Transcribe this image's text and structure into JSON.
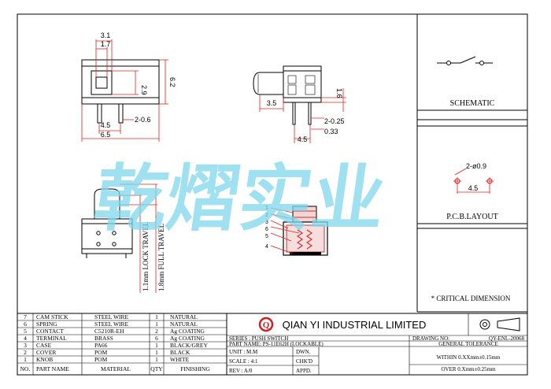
{
  "dims": {
    "front_top_outer": "3.1",
    "front_top_inner": "1.7",
    "front_height_inner": "2.9",
    "front_height_outer": "6.2",
    "front_pin_pitch": "4.5",
    "front_pin_size": "2-0.6",
    "front_width": "6.5",
    "side_knob": "3.5",
    "side_height": "1.6",
    "side_pin_size": "2-0.25",
    "side_pin_offset": "0.33",
    "side_pin_pitch": "4.5",
    "lock_travel": "1.1mm LOCK TRAVEL",
    "full_travel": "1.8mm FULL TRAVEL",
    "pcb_hole": "2-ø0.9",
    "pcb_pitch": "4.5"
  },
  "balloons": [
    "1",
    "2",
    "3",
    "6",
    "5",
    "4"
  ],
  "schematic_label": "SCHEMATIC",
  "pcb_label": "P.C.B.LAYOUT",
  "critical_note": "* CRITICAL DIMENSION",
  "watermark": "乾熠实业",
  "bom": [
    {
      "no": "7",
      "name": "CAM STICK",
      "material": "STEEL WIRE",
      "qty": "1",
      "finishing": "NATURAL"
    },
    {
      "no": "6",
      "name": "SPRING",
      "material": "STEEL WIRE",
      "qty": "1",
      "finishing": "NATURAL"
    },
    {
      "no": "5",
      "name": "CONTACT",
      "material": "C5210R-EH",
      "qty": "2",
      "finishing": "Ag COATING"
    },
    {
      "no": "4",
      "name": "TERMINAL",
      "material": "BRASS",
      "qty": "6",
      "finishing": "Ag COATING"
    },
    {
      "no": "3",
      "name": "CASE",
      "material": "PA66",
      "qty": "1",
      "finishing": "BLACK/GREY"
    },
    {
      "no": "2",
      "name": "COVER",
      "material": "POM",
      "qty": "1",
      "finishing": "BLACK"
    },
    {
      "no": "1",
      "name": "KNOB",
      "material": "POM",
      "qty": "1",
      "finishing": "WHITE"
    }
  ],
  "bom_header": {
    "no": "NO.",
    "name": "PART NAME",
    "material": "MATERIAL",
    "qty": "QTY",
    "finishing": "FINISHING"
  },
  "company": {
    "logo": "Q",
    "name": "QIAN YI INDUSTRIAL LIMITED"
  },
  "title_block": {
    "series": "SERIES : PUSH SWITCH",
    "part_name": "PART NAME: PS-11E62H (LOCKABLE)",
    "unit": "UNIT : M.M",
    "scale": "SCALE : 4:1",
    "rev": "REV  : A/0",
    "dwn": "DWN.",
    "chkd": "CHK'D",
    "appd": "APPD.",
    "drawing_no_label": "DRAWING NO:",
    "drawing_no": "QY-ENL-20068",
    "general_tolerance": "GENERAL TOLERANCE",
    "tol_within": "WITHIN 0.XXmm±0.15mm",
    "tol_over": "OVER  0.Xmm±0.25mm"
  }
}
